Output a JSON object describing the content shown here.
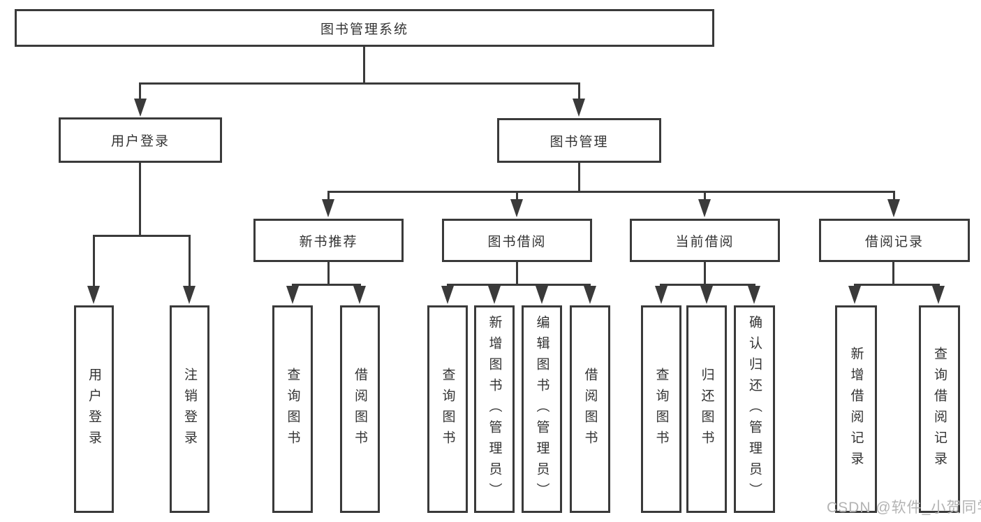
{
  "diagram_title": "图书管理系统",
  "tree": {
    "root": {
      "label": "图书管理系统",
      "children": [
        {
          "label": "用户登录",
          "children": [
            {
              "label": "用户登录"
            },
            {
              "label": "注销登录"
            }
          ]
        },
        {
          "label": "图书管理",
          "children": [
            {
              "label": "新书推荐",
              "children": [
                {
                  "label": "查询图书"
                },
                {
                  "label": "借阅图书"
                }
              ]
            },
            {
              "label": "图书借阅",
              "children": [
                {
                  "label": "查询图书"
                },
                {
                  "label": "新增图书（管理员）"
                },
                {
                  "label": "编辑图书（管理员）"
                },
                {
                  "label": "借阅图书"
                }
              ]
            },
            {
              "label": "当前借阅",
              "children": [
                {
                  "label": "查询图书"
                },
                {
                  "label": "归还图书"
                },
                {
                  "label": "确认归还（管理员）"
                }
              ]
            },
            {
              "label": "借阅记录",
              "children": [
                {
                  "label": "新增借阅记录"
                },
                {
                  "label": "查询借阅记录"
                }
              ]
            }
          ]
        }
      ]
    }
  },
  "watermark": {
    "text": "CSDN @软件_小贺同学"
  },
  "colors": {
    "line": "#3a3a3a",
    "text": "#333333",
    "background": "#ffffff",
    "watermark": "#b3b3b3"
  }
}
